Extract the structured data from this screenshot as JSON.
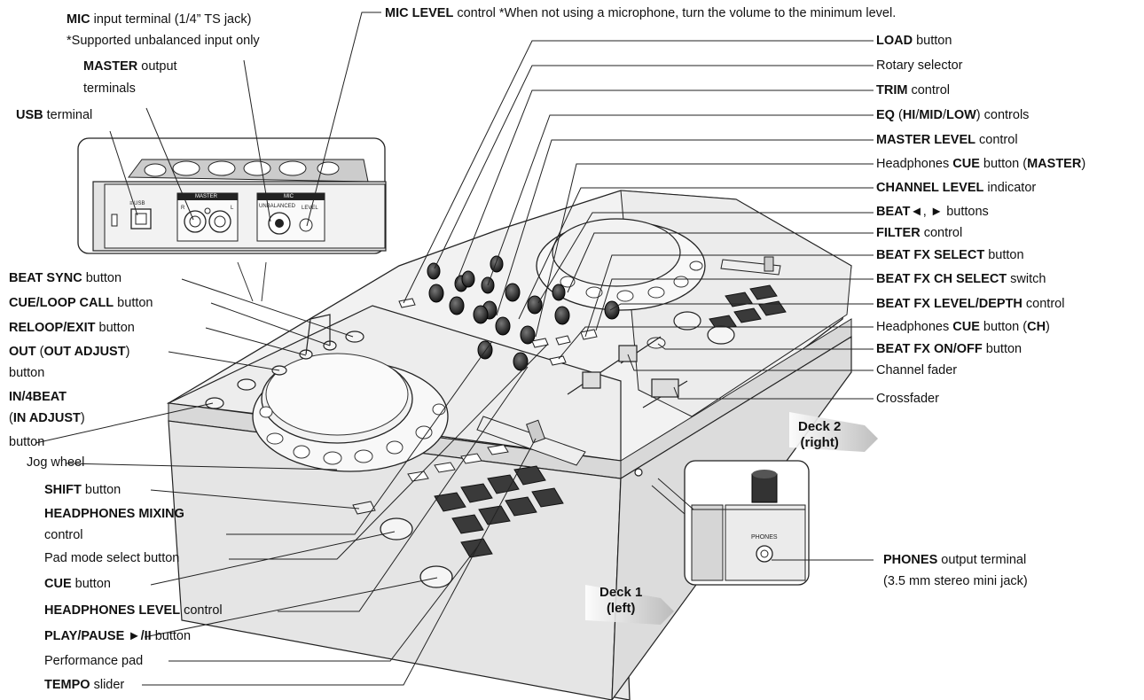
{
  "top_left": {
    "mic": {
      "bold": "MIC",
      "rest": " input terminal (1/4” TS jack)",
      "line2": "*Supported unbalanced input only"
    },
    "master": {
      "bold": "MASTER",
      "rest": " output",
      "line2": "terminals"
    },
    "usb": {
      "bold": "USB",
      "rest": " terminal"
    },
    "mic_level": {
      "bold": "MIC LEVEL",
      "rest": " control *When not using a microphone, turn the volume to the minimum level."
    }
  },
  "inset_labels": {
    "usb": "≡ USB",
    "master": "MASTER",
    "r": "R",
    "l": "L",
    "mic": "MIC",
    "unbalanced": "UNBALANCED",
    "level": "LEVEL"
  },
  "left_labels": [
    {
      "bold": "BEAT SYNC",
      "rest": " button"
    },
    {
      "bold": "CUE/LOOP CALL",
      "rest": " button"
    },
    {
      "bold": "RELOOP/EXIT",
      "rest": " button"
    },
    {
      "bold": "OUT",
      "rest": " (",
      "bold2": "OUT ADJUST",
      "rest2": ")",
      "line2": "button"
    },
    {
      "bold": "IN/4BEAT",
      "line2_pre": "(",
      "line2_bold": "IN ADJUST",
      "line2_post": ")",
      "line3": "button"
    },
    {
      "plain": "Jog wheel"
    },
    {
      "bold": "SHIFT",
      "rest": " button"
    },
    {
      "bold": "HEADPHONES MIXING",
      "line2": "control"
    },
    {
      "plain": "Pad mode select button"
    },
    {
      "bold": "CUE",
      "rest": " button"
    },
    {
      "bold": "HEADPHONES LEVEL",
      "rest": " control"
    },
    {
      "bold": "PLAY/PAUSE ►/II",
      "rest": " button"
    },
    {
      "plain": "Performance pad"
    },
    {
      "bold": "TEMPO",
      "rest": " slider"
    }
  ],
  "right_labels": {
    "load": {
      "bold": "LOAD",
      "rest": " button"
    },
    "rotary": {
      "plain": "Rotary selector"
    },
    "trim": {
      "bold": "TRIM",
      "rest": " control"
    },
    "eq": {
      "bold": "EQ",
      "p1": " (",
      "b2": "HI",
      "p2": "/",
      "b3": "MID",
      "p3": "/",
      "b4": "LOW",
      "p4": ") controls"
    },
    "master_level": {
      "bold": "MASTER LEVEL",
      "rest": " control"
    },
    "hp_cue_master": {
      "pre": "Headphones ",
      "bold": "CUE",
      "mid": " button (",
      "bold2": "MASTER",
      "post": ")"
    },
    "channel_level": {
      "bold": "CHANNEL LEVEL",
      "rest": " indicator"
    },
    "beat": {
      "bold": "BEAT◄",
      "mid": ", ",
      "bold2": "►",
      "rest": " buttons"
    },
    "filter": {
      "bold": "FILTER",
      "rest": " control"
    },
    "beatfx_select": {
      "bold": "BEAT FX SELECT",
      "rest": " button"
    },
    "beatfx_ch": {
      "bold": "BEAT FX CH SELECT",
      "rest": " switch"
    },
    "beatfx_level": {
      "bold": "BEAT FX LEVEL/DEPTH",
      "rest": " control"
    },
    "hp_cue_ch": {
      "pre": "Headphones ",
      "bold": "CUE",
      "mid": " button (",
      "bold2": "CH",
      "post": ")"
    },
    "beatfx_onoff": {
      "bold": "BEAT FX ON/OFF",
      "rest": " button"
    },
    "channel_fader": {
      "plain": "Channel fader"
    },
    "crossfader": {
      "plain": "Crossfader"
    }
  },
  "phones": {
    "bold": "PHONES",
    "rest": " output terminal",
    "line2": "(3.5 mm stereo mini jack)",
    "inset_text": "PHONES"
  },
  "deck2": {
    "line1": "Deck 2",
    "line2": "(right)"
  },
  "deck1": {
    "line1": "Deck 1",
    "line2": "(left)"
  }
}
